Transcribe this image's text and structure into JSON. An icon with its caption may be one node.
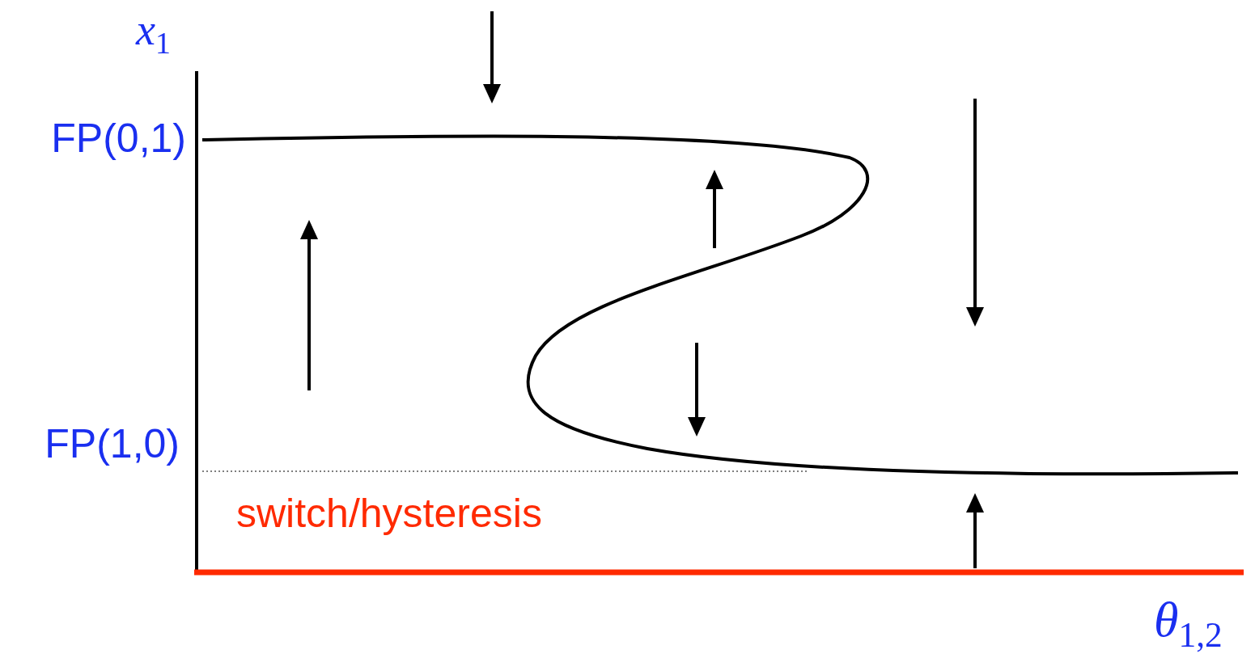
{
  "diagram": {
    "labels": [
      "*x*$_{1}$",
      "FP(0,1)",
      "FP(1,0)",
      "switch/hysteresis",
      "*θ*$_{1,2}$"
    ]
  }
}
